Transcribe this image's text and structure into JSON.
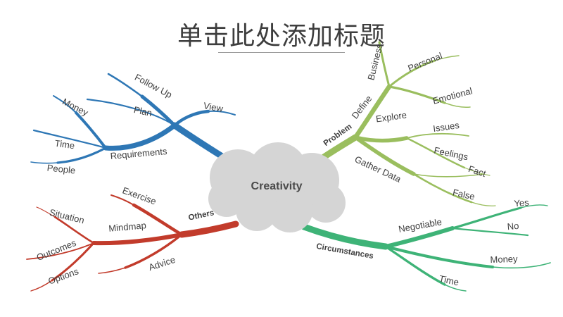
{
  "title": {
    "text": "单击此处添加标题"
  },
  "center": {
    "label": "Creativity"
  },
  "cloud": {
    "color": "#D5D5D5"
  },
  "branches": {
    "blue": {
      "color": "#2E77B5",
      "nodes": {
        "follow_up": "Follow Up",
        "plan": "Plan",
        "view": "View",
        "money": "Money",
        "time": "Time",
        "people": "People",
        "requirements": "Requirements"
      }
    },
    "olive": {
      "color": "#9ABE5E",
      "nodes": {
        "problem": "Problem",
        "define": "Define",
        "business": "Business",
        "personal": "Personal",
        "emotional": "Emotional",
        "explore": "Explore",
        "issues": "Issues",
        "feelings": "Feelings",
        "fact": "Fact",
        "gather_data": "Gather Data",
        "false_node": "False"
      }
    },
    "red": {
      "color": "#C23B2B",
      "nodes": {
        "others": "Others",
        "exercise": "Exercise",
        "mindmap": "Mindmap",
        "situation": "Situation",
        "outcomes": "Outcomes",
        "options": "Options",
        "advice": "Advice"
      }
    },
    "green": {
      "color": "#3EB377",
      "nodes": {
        "circumstances": "Circumstances",
        "negotiable": "Negotiable",
        "yes": "Yes",
        "no": "No",
        "money": "Money",
        "time": "Time"
      }
    }
  }
}
